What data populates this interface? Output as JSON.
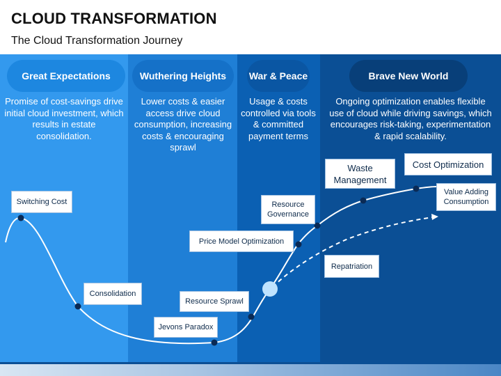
{
  "header": {
    "title": "CLOUD TRANSFORMATION",
    "subtitle": "The Cloud Transformation Journey"
  },
  "phases": [
    {
      "name": "Great Expectations",
      "description": "Promise of cost-savings drive initial cloud investment, which results in estate consolidation."
    },
    {
      "name": "Wuthering Heights",
      "description": "Lower costs & easier access drive cloud consumption, increasing costs & encouraging sprawl"
    },
    {
      "name": "War & Peace",
      "description": "Usage & costs controlled via tools & committed payment terms"
    },
    {
      "name": "Brave New World",
      "description": "Ongoing optimization enables flexible use of cloud while driving savings, which encourages risk-taking, experimentation & rapid scalability."
    }
  ],
  "labels": {
    "switching_cost": "Switching Cost",
    "consolidation": "Consolidation",
    "jevons_paradox": "Jevons Paradox",
    "resource_sprawl": "Resource Sprawl",
    "price_model_optimization": "Price Model Optimization",
    "resource_governance": "Resource Governance",
    "waste_management": "Waste Management",
    "cost_optimization": "Cost Optimization",
    "value_adding_consumption": "Value Adding Consumption",
    "repatriation": "Repatriation"
  },
  "colors": {
    "phase1": "#3399ee",
    "phase2": "#1f7fd6",
    "phase3": "#0b60b3",
    "phase4": "#0b4f95",
    "curve": "#ffffff",
    "marker": "#0a2a55"
  }
}
